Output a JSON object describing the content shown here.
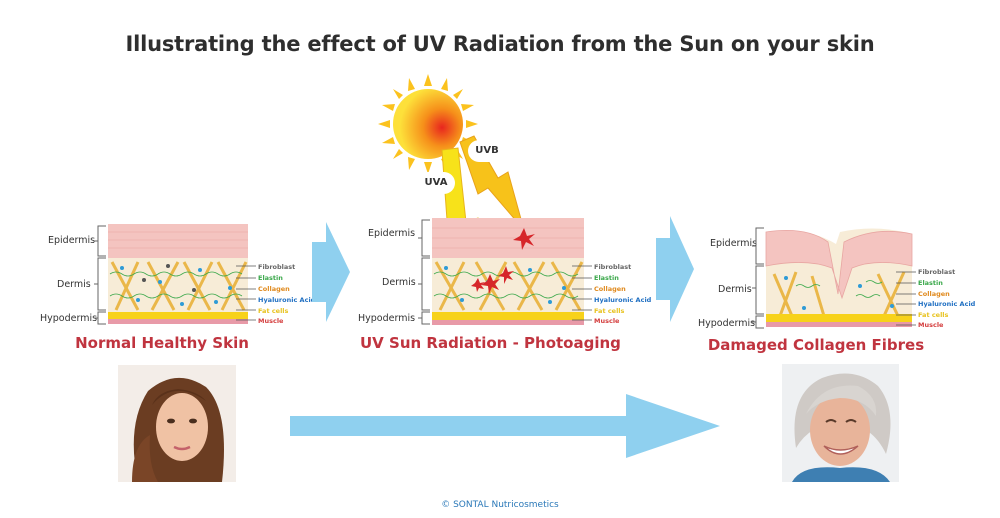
{
  "title": "Illustrating the effect of UV Radiation from the Sun on your skin",
  "layers": [
    "Epidermis",
    "Dermis",
    "Hypodermis"
  ],
  "components": [
    {
      "label": "Fibroblast",
      "color": "#666666"
    },
    {
      "label": "Elastin",
      "color": "#3aa84a"
    },
    {
      "label": "Collagen",
      "color": "#e08a1e"
    },
    {
      "label": "Hyaluronic Acid",
      "color": "#1f6fc2"
    },
    {
      "label": "Fat cells",
      "color": "#e8c21e"
    },
    {
      "label": "Muscle",
      "color": "#d43d3d"
    }
  ],
  "panels": [
    {
      "caption": "Normal Healthy Skin"
    },
    {
      "caption": "UV Sun Radiation - Photoaging"
    },
    {
      "caption": "Damaged Collagen Fibres"
    }
  ],
  "rays": {
    "uva": "UVA",
    "uvb": "UVB"
  },
  "footer": "© SONTAL Nutricosmetics",
  "colors": {
    "caption": "#c0343f",
    "arrow": "#8fd0ef",
    "epidermis": "#f4c4c0",
    "dermis": "#f7ecd7",
    "ray": "#f7d21a",
    "sun": "#f6a01a"
  }
}
